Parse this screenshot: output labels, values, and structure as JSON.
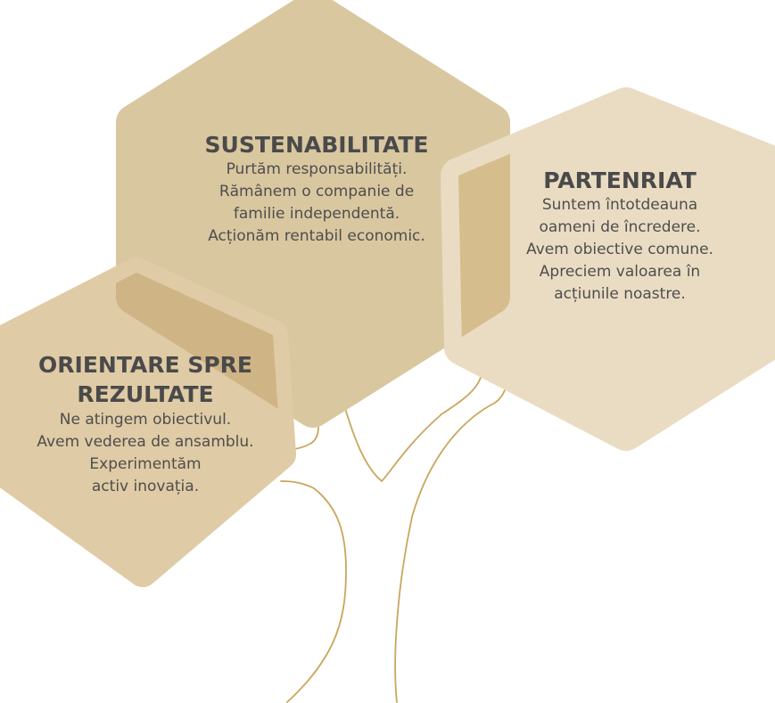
{
  "colors": {
    "sustainability_fill": "#d9c7a0",
    "partnership_fill": "#eadcc2",
    "results_fill": "#d7bf93",
    "overlap_fill": "#d3ba8b",
    "branch_stroke": "#caa65c",
    "text": "#4a4a4a"
  },
  "sustenabilitate": {
    "title": "SUSTENABILITATE",
    "lines": [
      "Purtăm responsabilități.",
      "Rămânem o companie de",
      "familie independentă.",
      "Acționăm rentabil economic."
    ]
  },
  "parteneriat": {
    "title": "PARTENRIAT",
    "lines": [
      "Suntem întotdeauna",
      "oameni de încredere.",
      "Avem obiective comune.",
      "Apreciem valoarea în",
      "acțiunile noastre."
    ]
  },
  "orientare": {
    "title_line1": "ORIENTARE SPRE",
    "title_line2": "REZULTATE",
    "lines": [
      "Ne atingem obiectivul.",
      "Avem vederea de ansamblu.",
      "Experimentăm",
      "activ inovația."
    ]
  }
}
